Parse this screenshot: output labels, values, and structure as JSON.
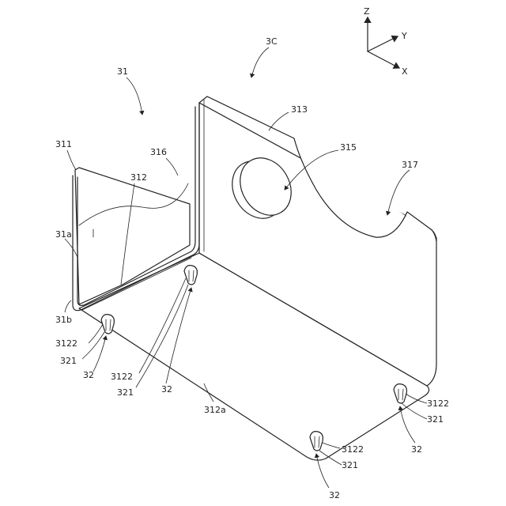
{
  "axes": {
    "z": "Z",
    "y": "Y",
    "x": "X"
  },
  "labels": {
    "l3C": "3C",
    "l31": "31",
    "l313": "313",
    "l315": "315",
    "l317": "317",
    "l311": "311",
    "l316": "316",
    "l312": "312",
    "l31a": "31a",
    "l31b": "31b",
    "l3122_a": "3122",
    "l321_a": "321",
    "l32_a": "32",
    "l3122_b": "3122",
    "l321_b": "321",
    "l32_b": "32",
    "l312a": "312a",
    "l3122_c": "3122",
    "l321_c": "321",
    "l32_c": "32",
    "l3122_d": "3122",
    "l321_d": "321",
    "l32_d": "32"
  }
}
